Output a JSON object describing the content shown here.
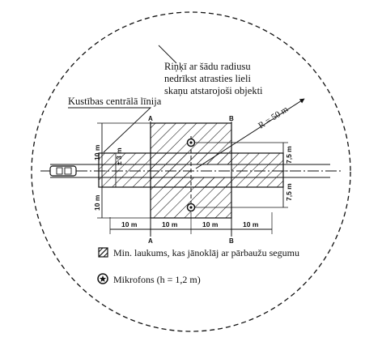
{
  "labels": {
    "circle_note_1": "Riņķī ar šādu radiusu",
    "circle_note_2": "nedrīkst atrasties lieli",
    "circle_note_3": "skaņu atstarojoši objekti",
    "center_line": "Kustības centrālā līnija",
    "radius": "R = 50 m"
  },
  "dimensions": {
    "left_10m_upper": "10 m",
    "left_3m": "± 3 m",
    "left_10m_lower": "10 m",
    "right_75m_upper": "7,5 m",
    "right_75m_lower": "7,5 m",
    "bottom": [
      "10 m",
      "10 m",
      "10 m",
      "10 m"
    ]
  },
  "sections": {
    "a_top": "A",
    "b_top": "B",
    "a_bottom": "A",
    "b_bottom": "B"
  },
  "legend": {
    "hatched": "Min. laukums, kas jānoklāj ar pārbaužu segumu",
    "microphone": "Mikrofons (h = 1,2 m)"
  },
  "icons": {
    "hatched_area": "hatched-square-icon",
    "microphone": "microphone-circle-icon",
    "vehicle": "car-icon"
  }
}
